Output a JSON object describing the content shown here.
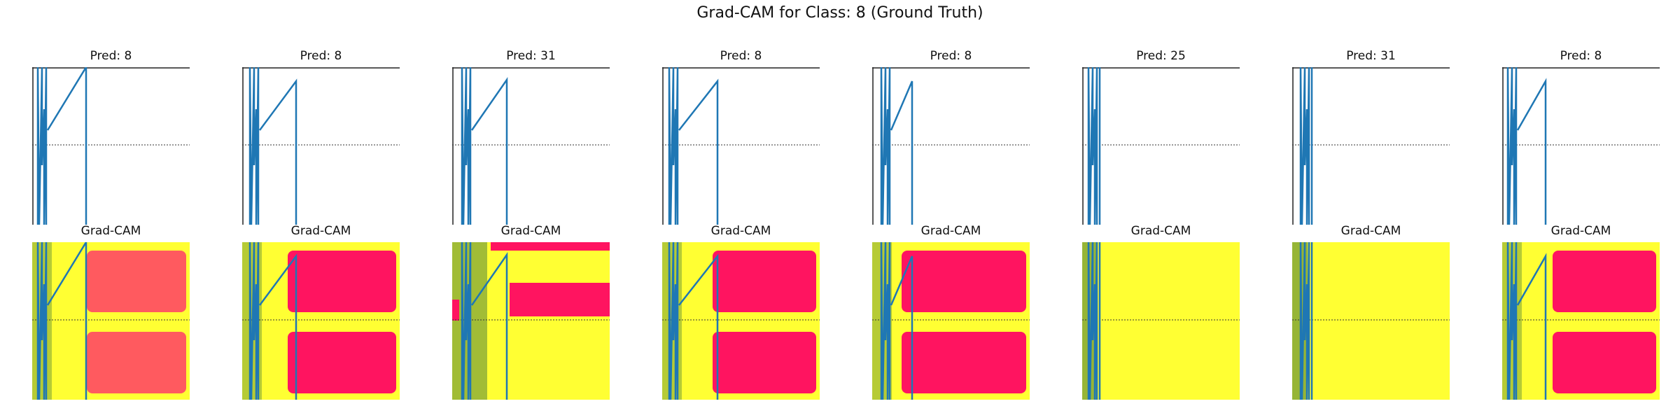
{
  "figure_title": "Grad-CAM for Class: 8 (Ground Truth)",
  "heatmap_title": "Grad-CAM",
  "colors": {
    "signal": "#1f77b4",
    "heat_yellow": "#ffff33",
    "heat_red": "#ff1460",
    "heat_salmon": "#ff5a5f",
    "heat_green": "#2e6b3a",
    "heat_blue": "#3a55c8"
  },
  "chart_data": [
    {
      "type": "line",
      "subplot": 1,
      "pred_label": "Pred: 8",
      "grad_cam_pattern": "h-split-salmon"
    },
    {
      "type": "line",
      "subplot": 2,
      "pred_label": "Pred: 8",
      "grad_cam_pattern": "h-split-red"
    },
    {
      "type": "line",
      "subplot": 3,
      "pred_label": "Pred: 31",
      "grad_cam_pattern": "yellow-bands"
    },
    {
      "type": "line",
      "subplot": 4,
      "pred_label": "Pred: 8",
      "grad_cam_pattern": "h-split-red"
    },
    {
      "type": "line",
      "subplot": 5,
      "pred_label": "Pred: 8",
      "grad_cam_pattern": "h-split-red"
    },
    {
      "type": "line",
      "subplot": 6,
      "pred_label": "Pred: 25",
      "grad_cam_pattern": "all-yellow"
    },
    {
      "type": "line",
      "subplot": 7,
      "pred_label": "Pred: 31",
      "grad_cam_pattern": "all-yellow"
    },
    {
      "type": "line",
      "subplot": 8,
      "pred_label": "Pred: 8",
      "grad_cam_pattern": "h-split-red"
    }
  ]
}
